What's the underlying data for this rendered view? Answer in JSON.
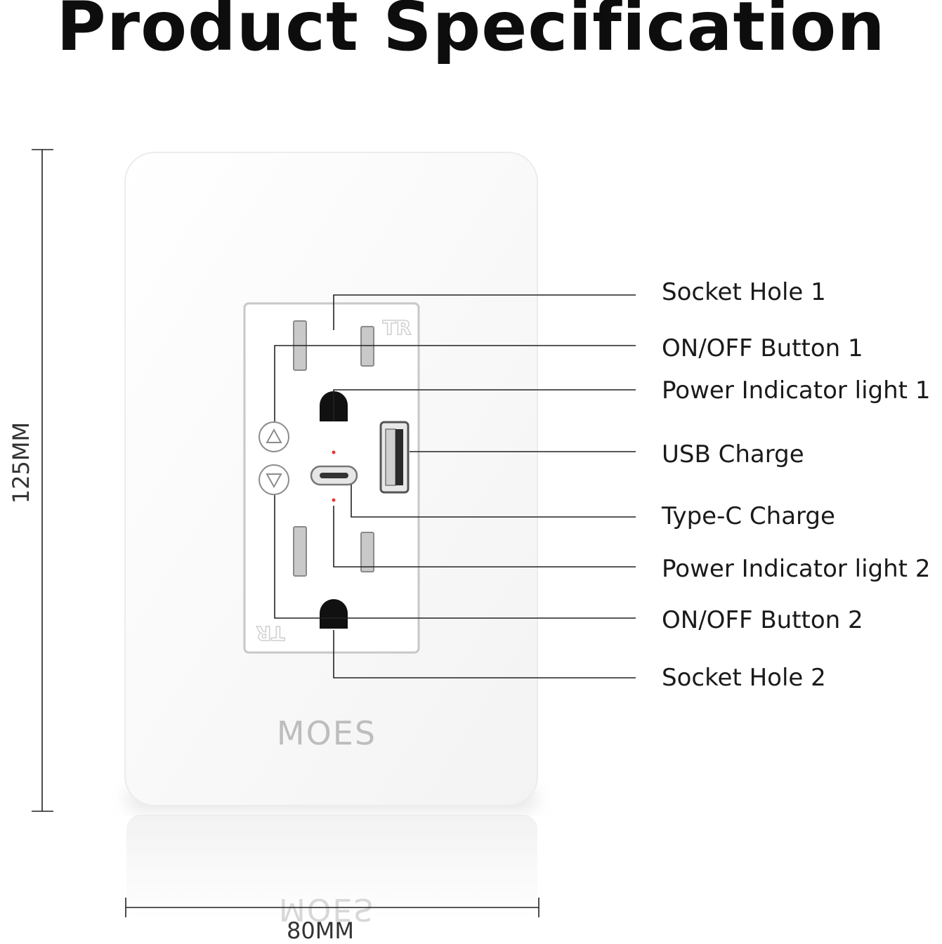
{
  "title": "Product Specification",
  "brand": "MOES",
  "tr_mark": "TR",
  "dimensions": {
    "height": "125MM",
    "width": "80MM"
  },
  "callouts": [
    "Socket Hole 1",
    "ON/OFF Button 1",
    "Power Indicator light 1",
    "USB Charge",
    "Type-C Charge",
    "Power Indicator light 2",
    "ON/OFF Button 2",
    "Socket Hole 2"
  ],
  "colors": {
    "indicator": "#e53935",
    "plate": "#ffffff",
    "line": "#222222"
  }
}
